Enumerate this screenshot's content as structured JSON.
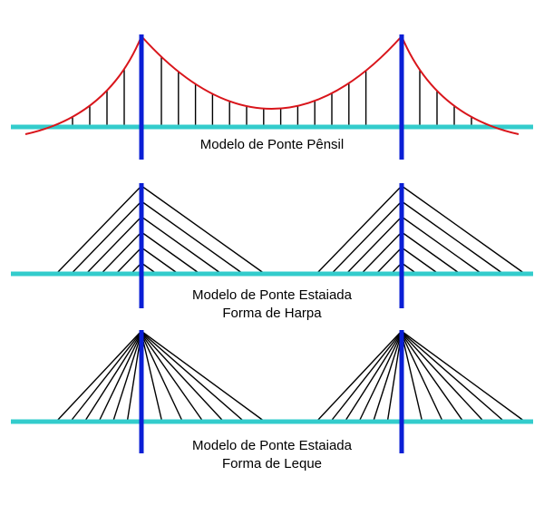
{
  "colors": {
    "deck": "#33cccc",
    "tower": "#0a1fd6",
    "main_cable": "#d9151b",
    "cable": "#000000",
    "background": "#ffffff"
  },
  "diagrams": [
    {
      "id": "suspension",
      "label_lines": [
        "Modelo de Ponte Pênsil"
      ]
    },
    {
      "id": "harp",
      "label_lines": [
        "Modelo de Ponte Estaiada",
        "Forma de Harpa"
      ]
    },
    {
      "id": "fan",
      "label_lines": [
        "Modelo de Ponte Estaiada",
        "Forma de Leque"
      ]
    }
  ]
}
